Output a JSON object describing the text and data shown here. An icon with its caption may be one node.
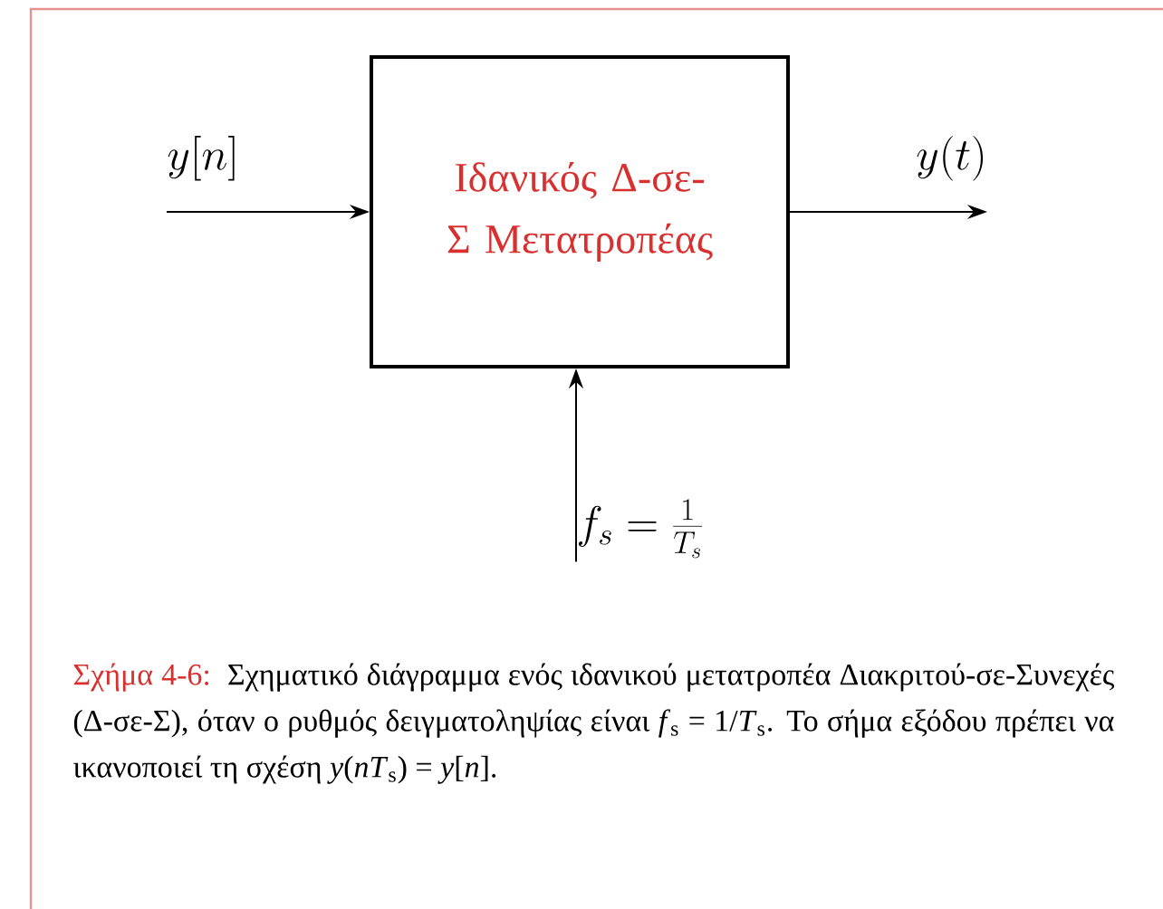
{
  "diagram": {
    "nodes": [
      {
        "text": [
          "y[n]"
        ]
      },
      {
        "text": [
          "Ιδανικός Δ-σε-Σ Μετατροπέας"
        ]
      },
      {
        "text": [
          "y(t)"
        ]
      },
      {
        "text": [
          "f_s = \\frac{1}{T_s}"
        ]
      }
    ],
    "edges": [
      {
        "from": 0,
        "to": 1,
        "arrow": "to"
      },
      {
        "from": 1,
        "to": 2,
        "arrow": "to"
      },
      {
        "from": 3,
        "to": 1,
        "arrow": "to"
      }
    ],
    "labels": [
      "Σχήμα 4-6:"
    ],
    "caption": "Σχηματικό διάγραμμα ενός ιδανικού μετατροπέα Διακριτού-σε-Συνεχές (Δ-σε-Σ), όταν ο ρυθμός δειγματοληψίας είναι *f*$_{s}$ = 1/*T*$_{s}$. Το σήμα εξόδου πρέπει να ικανοποιεί τη σχέση *y*(*nT*$_{s}$) = *y*[*n*]."
  }
}
